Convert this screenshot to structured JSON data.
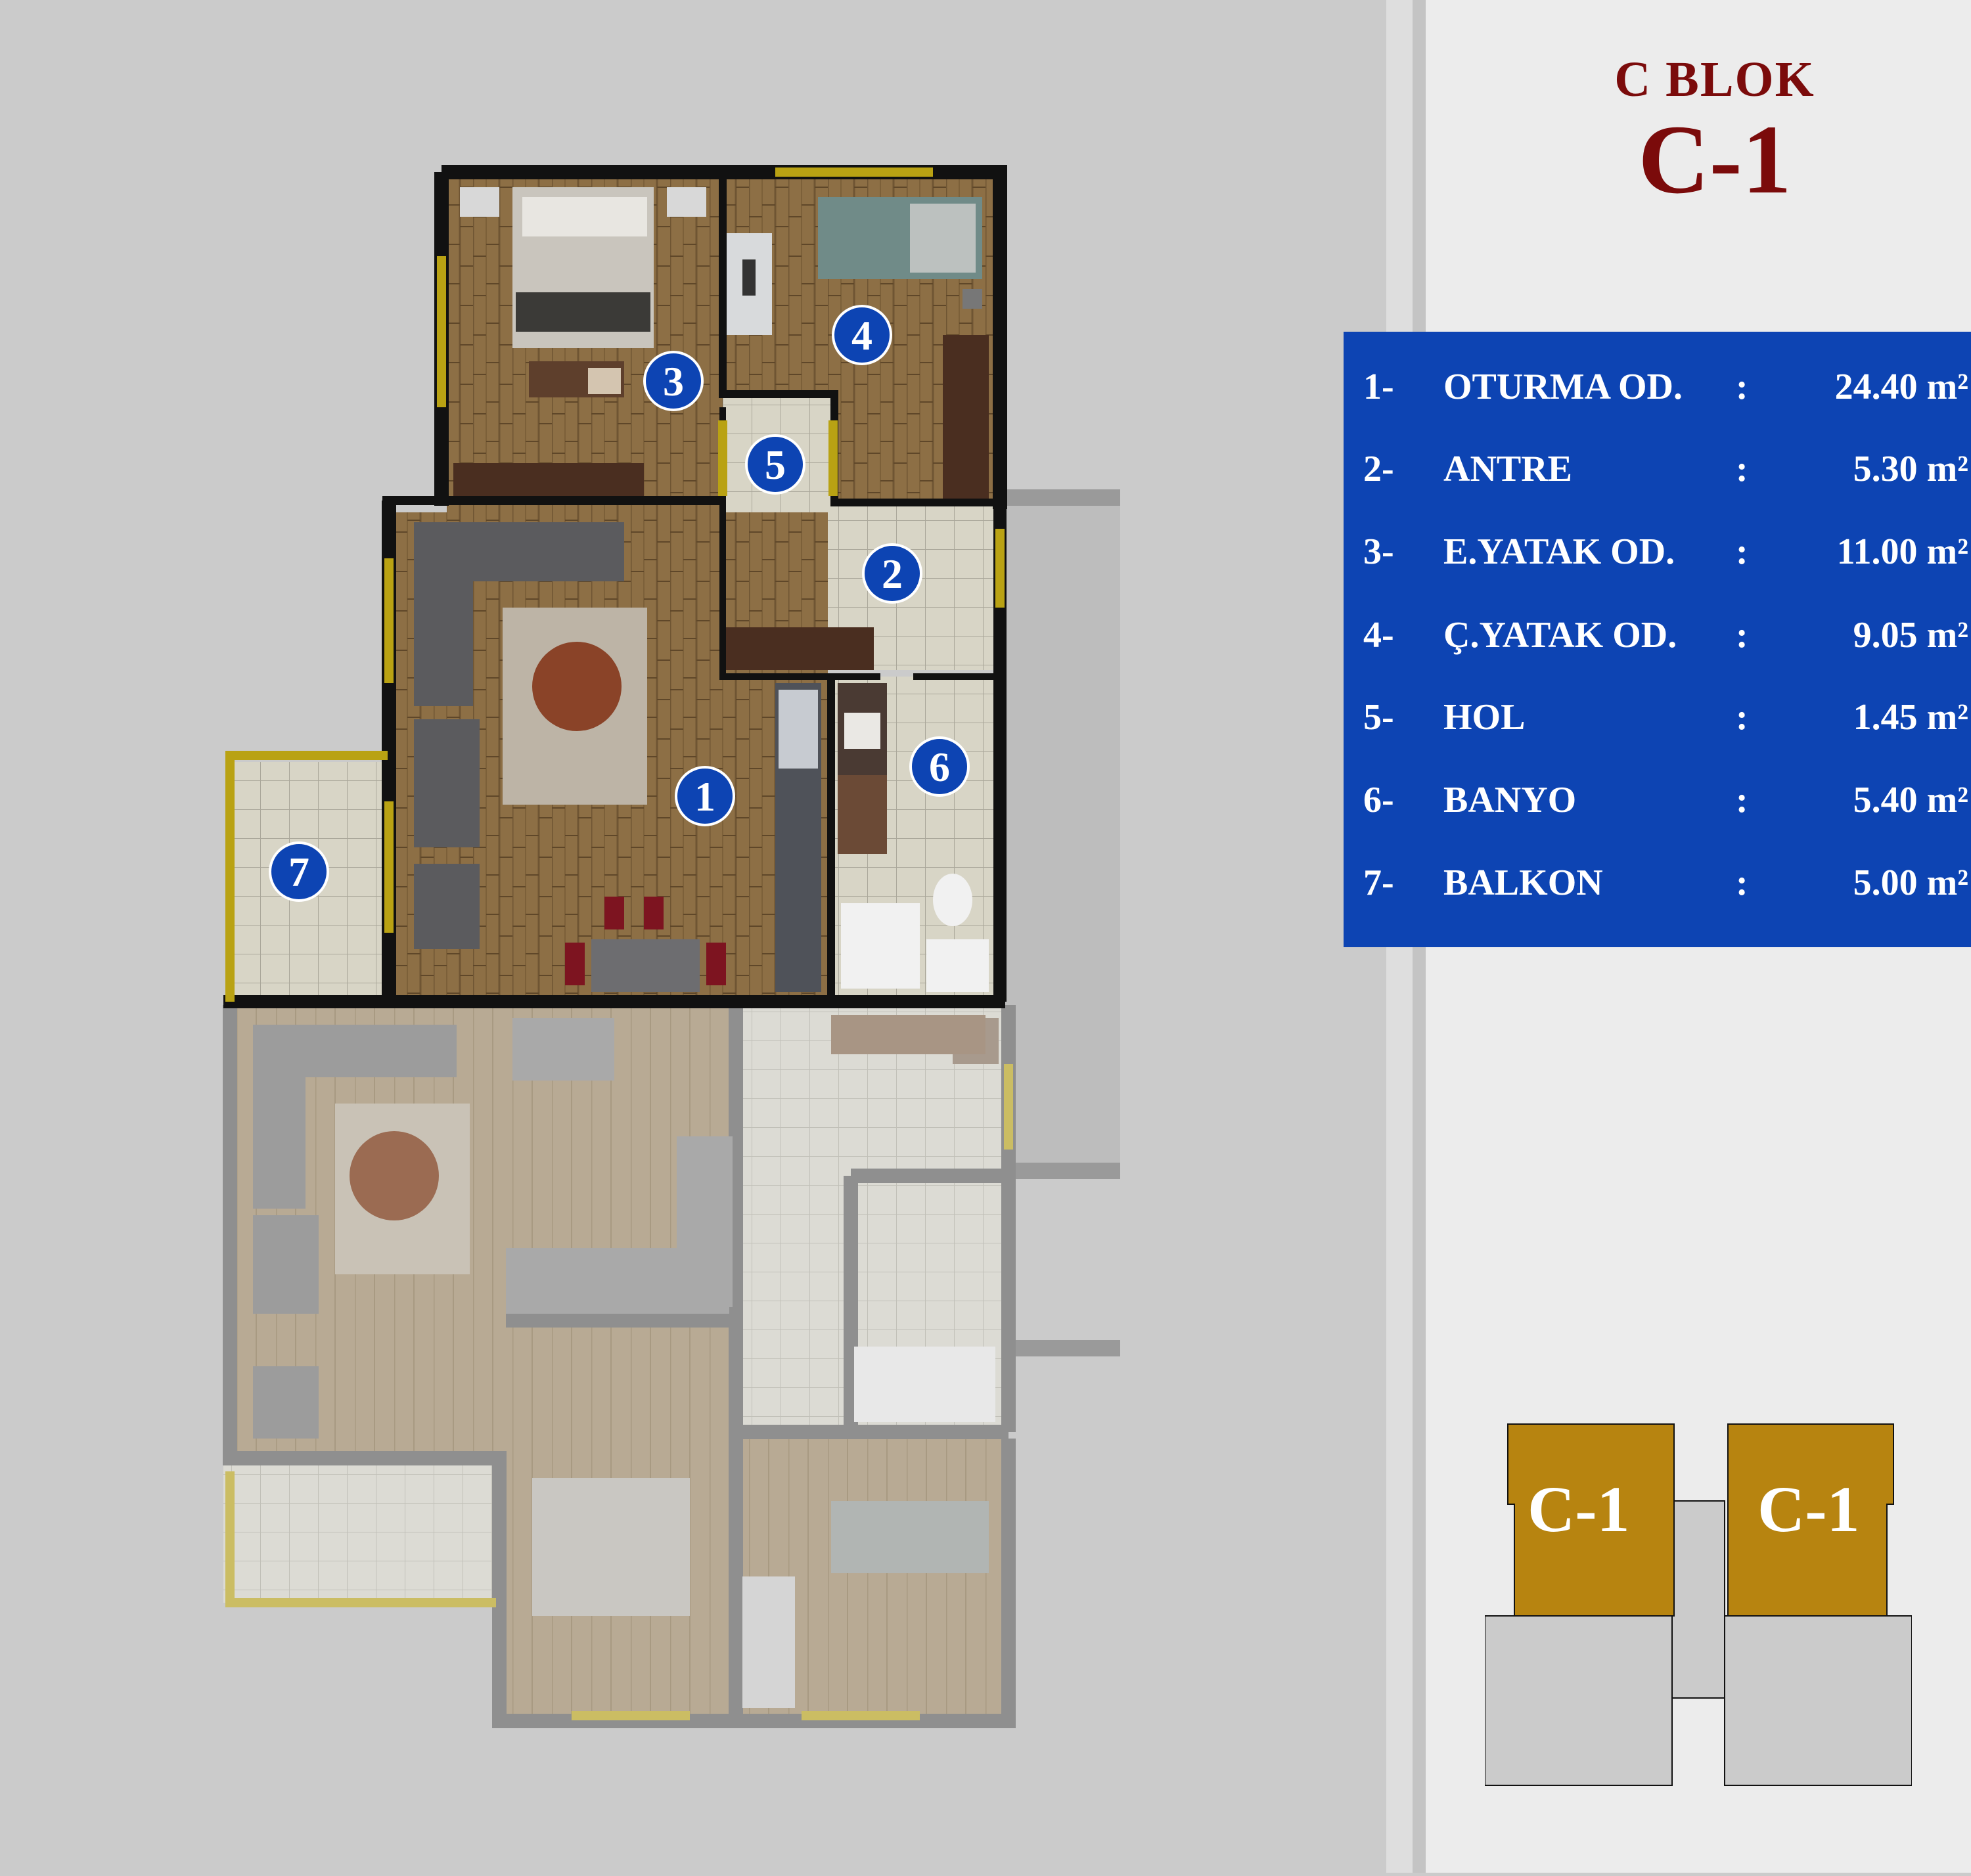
{
  "header": {
    "block_label": "C BLOK",
    "unit_label": "C-1"
  },
  "colors": {
    "title": "#7b0b0b",
    "table_bg": "#0d44b3",
    "marker": "#0d44b3",
    "unit_gold": "#b78410",
    "wall": "#111111",
    "window": "#b9a213",
    "wood_floor": "#8d6f45",
    "tile_floor": "#d8d5c6"
  },
  "rooms": [
    {
      "number": "1-",
      "marker": "1",
      "name": "OTURMA OD.",
      "separator": ":",
      "area": "24.40 m²"
    },
    {
      "number": "2-",
      "marker": "2",
      "name": "ANTRE",
      "separator": ":",
      "area": "5.30 m²"
    },
    {
      "number": "3-",
      "marker": "3",
      "name": "E.YATAK OD.",
      "separator": ":",
      "area": "11.00 m²"
    },
    {
      "number": "4-",
      "marker": "4",
      "name": "Ç.YATAK OD.",
      "separator": ":",
      "area": "9.05 m²"
    },
    {
      "number": "5-",
      "marker": "5",
      "name": "HOL",
      "separator": ":",
      "area": "1.45 m²"
    },
    {
      "number": "6-",
      "marker": "6",
      "name": "BANYO",
      "separator": ":",
      "area": "5.40 m²"
    },
    {
      "number": "7-",
      "marker": "7",
      "name": "BALKON",
      "separator": ":",
      "area": "5.00 m²"
    }
  ],
  "key_plan": {
    "units": [
      "C-1",
      "C-1"
    ]
  }
}
